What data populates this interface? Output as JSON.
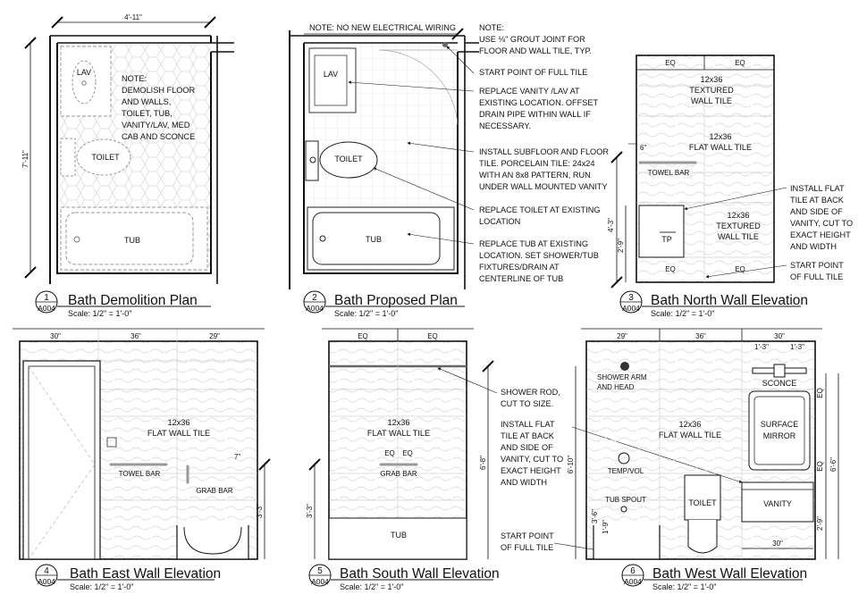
{
  "views": {
    "v1": {
      "number": "1",
      "sheet": "A004",
      "title": "Bath Demolition Plan",
      "scale": "Scale: 1/2\" = 1'-0\""
    },
    "v2": {
      "number": "2",
      "sheet": "A004",
      "title": "Bath Proposed Plan",
      "scale": "Scale: 1/2\" = 1'-0\""
    },
    "v3": {
      "number": "3",
      "sheet": "A004",
      "title": "Bath North Wall Elevation",
      "scale": "Scale: 1/2\" = 1'-0\""
    },
    "v4": {
      "number": "4",
      "sheet": "A004",
      "title": "Bath East Wall Elevation",
      "scale": "Scale: 1/2\" = 1'-0\""
    },
    "v5": {
      "number": "5",
      "sheet": "A004",
      "title": "Bath South Wall Elevation",
      "scale": "Scale: 1/2\" = 1'-0\""
    },
    "v6": {
      "number": "6",
      "sheet": "A004",
      "title": "Bath West Wall Elevation",
      "scale": "Scale: 1/2\" = 1'-0\""
    }
  },
  "demo": {
    "width_dim": "4'-11\"",
    "height_dim": "7'-11\"",
    "lav": "LAV",
    "toilet": "TOILET",
    "tub": "TUB",
    "note_lines": [
      "NOTE:",
      "DEMOLISH FLOOR",
      "AND WALLS,",
      "TOILET, TUB,",
      "VANITY/LAV, MED",
      "CAB AND SCONCE"
    ]
  },
  "proposed": {
    "top_note": "NOTE: NO NEW ELECTRICAL WIRING",
    "lav": "LAV",
    "toilet": "TOILET",
    "tub": "TUB",
    "grout_note": [
      "NOTE:",
      "USE ⅛\" GROUT JOINT FOR",
      "FLOOR AND WALL TILE, TYP."
    ],
    "start_tile": "START POINT OF FULL TILE",
    "vanity_note": [
      "REPLACE VANITY /LAV AT",
      "EXISTING LOCATION. OFFSET",
      "DRAIN PIPE WITHIN WALL IF",
      "NECESSARY."
    ],
    "floor_note": [
      "INSTALL SUBFLOOR AND FLOOR",
      "TILE. PORCELAIN TILE: 24x24",
      "WITH AN 8x8 PATTERN, RUN",
      "UNDER WALL MOUNTED VANITY"
    ],
    "toilet_note": [
      "REPLACE TOILET AT EXISTING",
      "LOCATION"
    ],
    "tub_note": [
      "REPLACE TUB AT EXISTING",
      "LOCATION. SET SHOWER/TUB",
      "FIXTURES/DRAIN AT",
      "CENTERLINE OF TUB"
    ]
  },
  "north": {
    "eq": "EQ",
    "tile_textured": [
      "12x36",
      "TEXTURED",
      "WALL TILE"
    ],
    "tile_flat": [
      "12x36",
      "FLAT WALL TILE"
    ],
    "tile_textured2": [
      "12x36",
      "TEXTURED",
      "WALL TILE"
    ],
    "dim_6": "6\"",
    "dim_43": "4'-3\"",
    "dim_29": "2'-9\"",
    "towel_bar": "TOWEL BAR",
    "tp": "TP",
    "install_note": [
      "INSTALL FLAT",
      "TILE AT BACK",
      "AND SIDE OF",
      "VANITY, CUT TO",
      "EXACT HEIGHT",
      "AND WIDTH"
    ],
    "start_note": [
      "START POINT",
      "OF FULL TILE"
    ]
  },
  "east": {
    "dims": [
      "30\"",
      "36\"",
      "29\""
    ],
    "tile": [
      "12x36",
      "FLAT WALL TILE"
    ],
    "dim_7": "7\"",
    "towel_bar": "TOWEL BAR",
    "grab_bar": "GRAB BAR",
    "dim_33": "3'-3\""
  },
  "south": {
    "eq": "EQ",
    "tile": [
      "12x36",
      "FLAT WALL TILE"
    ],
    "eq_small": "EQ",
    "grab_bar": "GRAB BAR",
    "tub": "TUB",
    "dim_68": "6'-8\"",
    "dim_33": "3'-3\"",
    "shower_note": [
      "SHOWER ROD,",
      "CUT TO SIZE."
    ],
    "install_note": [
      "INSTALL FLAT",
      "TILE AT BACK",
      "AND SIDE OF",
      "VANITY, CUT TO",
      "EXACT HEIGHT",
      "AND WIDTH"
    ],
    "start_note": [
      "START POINT",
      "OF FULL TILE"
    ]
  },
  "west": {
    "dims": [
      "29\"",
      "36\"",
      "30\""
    ],
    "dim_13a": "1'-3\"",
    "dim_13b": "1'-3\"",
    "shower_arm": [
      "SHOWER ARM",
      "AND HEAD"
    ],
    "sconce": "SCONCE",
    "surface_mirror": [
      "SURFACE",
      "MIRROR"
    ],
    "tile": [
      "12x36",
      "FLAT WALL TILE"
    ],
    "dim_610": "6'-10\"",
    "temp_vol": "TEMP/VOL",
    "tub_spout": "TUB SPOUT",
    "toilet": "TOILET",
    "vanity": "VANITY",
    "dim_36": "3'-6\"",
    "dim_19": "1'-9\"",
    "dim_29": "2'-9\"",
    "dim_30b": "30\"",
    "eq": "EQ",
    "dim_66": "6'-6\""
  }
}
